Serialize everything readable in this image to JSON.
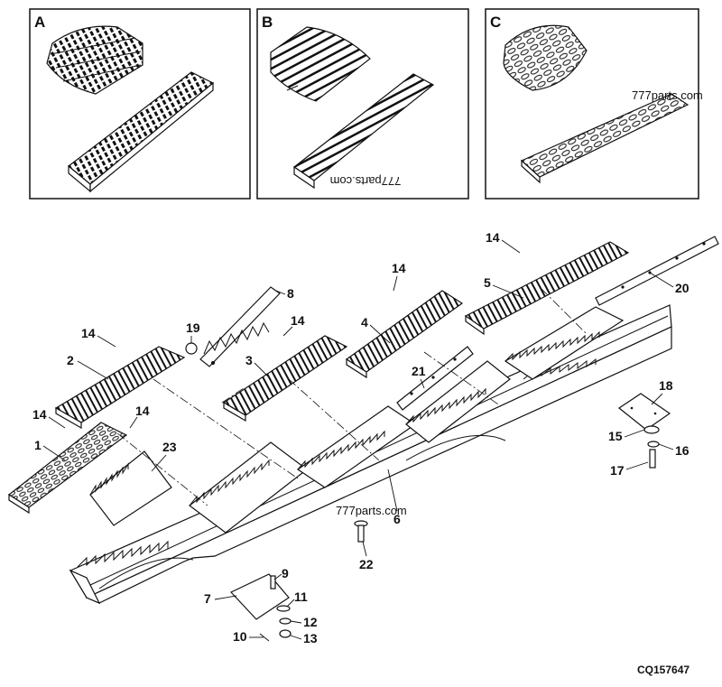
{
  "panels": [
    {
      "letter": "A"
    },
    {
      "letter": "B",
      "watermark": "777parts.com"
    },
    {
      "letter": "C",
      "watermark": "777parts.com"
    }
  ],
  "callouts": [
    "1",
    "2",
    "3",
    "4",
    "5",
    "6",
    "7",
    "8",
    "9",
    "10",
    "11",
    "12",
    "13",
    "14",
    "14",
    "14",
    "14",
    "14",
    "14",
    "15",
    "16",
    "17",
    "18",
    "19",
    "20",
    "21",
    "22",
    "23"
  ],
  "main_watermark": "777parts.com",
  "reference": "CQ157647"
}
